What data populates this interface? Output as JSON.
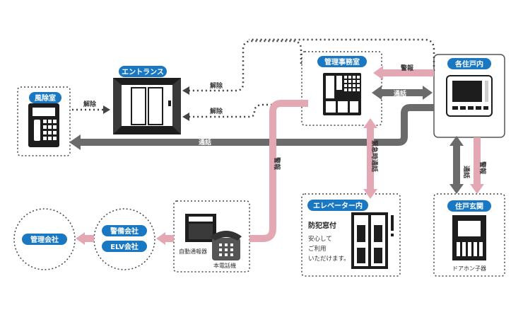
{
  "nodes": {
    "vestibule": {
      "label": "風除室"
    },
    "entrance": {
      "label": "エントランス"
    },
    "management": {
      "label": "管理事務室"
    },
    "each_unit": {
      "label": "各住戸内"
    },
    "elevator": {
      "label": "エレベーター内"
    },
    "unit_door": {
      "label": "住戸玄関"
    },
    "security": {
      "label1": "警備会社",
      "label2": "ELV会社"
    },
    "mgmt_company": {
      "label": "管理会社"
    },
    "auto_reporter": {
      "label1": "自動通報器",
      "label2": "本電話機"
    }
  },
  "elevator_notes": {
    "title": "防犯窓付",
    "line1": "安心して",
    "line2": "ご利用",
    "line3": "いただけます。"
  },
  "door_handset_label": "ドアホン子器",
  "arrows": {
    "release": "解除",
    "talk": "通話",
    "alarm": "警報",
    "emergency_talk": "緊急時通話"
  },
  "colors": {
    "pink": "#e3a8b4",
    "gray": "#6b6b6b",
    "blue": "#1a78c2",
    "dark": "#2a2a2a"
  }
}
